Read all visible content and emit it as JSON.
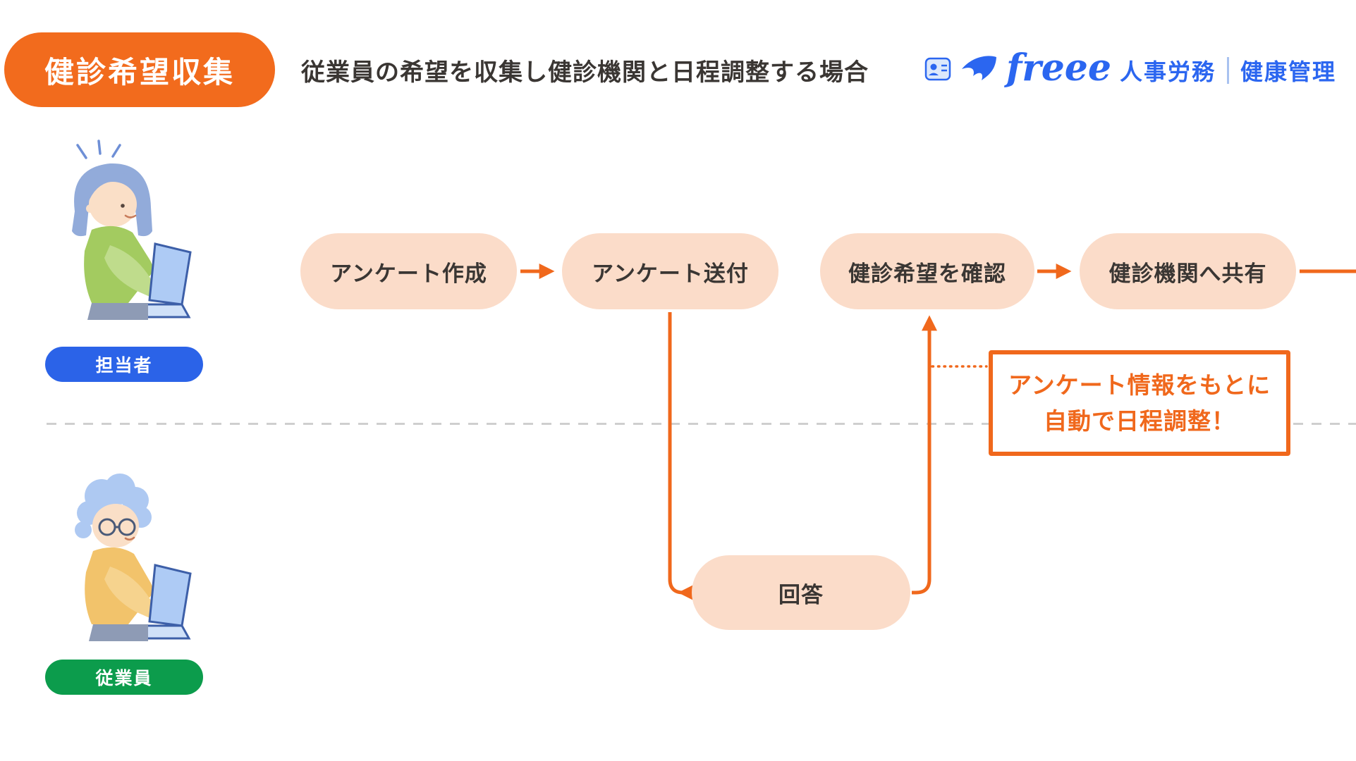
{
  "header": {
    "title": "健診希望収集",
    "subtitle": "従業員の希望を収集し健診機関と日程調整する場合"
  },
  "logo": {
    "brand": "freee",
    "product": "人事労務",
    "module": "健康管理"
  },
  "lanes": {
    "manager": {
      "label": "担当者"
    },
    "employee": {
      "label": "従業員"
    }
  },
  "nodes": {
    "create": "アンケート作成",
    "send": "アンケート送付",
    "confirm": "健診希望を確認",
    "share": "健診機関へ共有",
    "answer": "回答"
  },
  "callout": {
    "line1": "アンケート情報をもとに",
    "line2": "自動で日程調整！"
  },
  "colors": {
    "accent_orange": "#F26B1D",
    "arrow_orange": "#F0681C",
    "node_fill": "#FBDCC9",
    "manager_badge_blue": "#2B63E8",
    "employee_badge_green": "#0C9C4C",
    "logo_blue": "#2B66F0",
    "text_dark": "#3A3633"
  }
}
